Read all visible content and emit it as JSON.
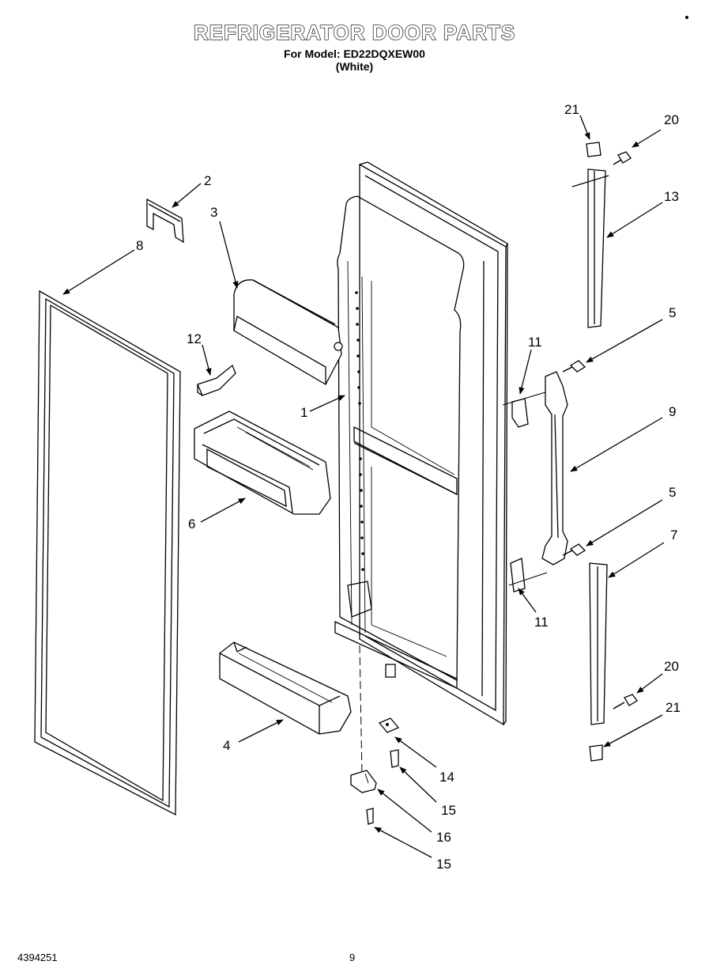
{
  "header": {
    "title": "REFRIGERATOR DOOR PARTS",
    "model_line": "For Model: ED22DQXEW00",
    "color_line": "(White)"
  },
  "footer": {
    "code": "4394251",
    "page": "9"
  },
  "callouts": {
    "c1": "1",
    "c2": "2",
    "c3": "3",
    "c4": "4",
    "c5a": "5",
    "c5b": "5",
    "c6": "6",
    "c7": "7",
    "c8": "8",
    "c9": "9",
    "c11a": "11",
    "c11b": "11",
    "c12": "12",
    "c13": "13",
    "c14": "14",
    "c15a": "15",
    "c15b": "15",
    "c16": "16",
    "c20a": "20",
    "c20b": "20",
    "c21a": "21",
    "c21b": "21"
  }
}
